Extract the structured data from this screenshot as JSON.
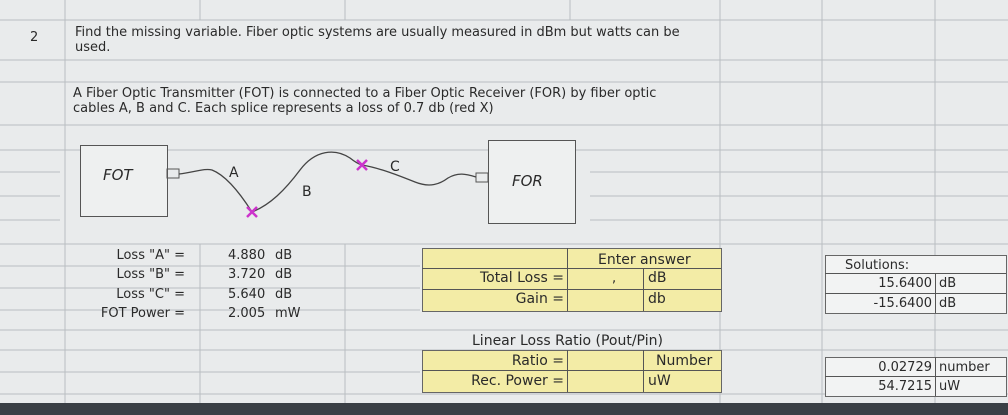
{
  "row_number": "2",
  "question": {
    "line1": "Find the missing variable.  Fiber optic systems are usually measured in dBm but watts can be",
    "line2": "used."
  },
  "description": {
    "line1": "A Fiber Optic Transmitter (FOT) is connected to a Fiber Optic Receiver (FOR) by fiber optic",
    "line2": "cables A, B and C.  Each splice represents a loss of 0.7 db (red X)"
  },
  "diagram": {
    "fot_label": "FOT",
    "for_label": "FOR",
    "cable_a": "A",
    "cable_b": "B",
    "cable_c": "C",
    "splice_color": "#cc33cc"
  },
  "givens": [
    {
      "label": "Loss \"A\" =",
      "value": "4.880",
      "unit": "dB"
    },
    {
      "label": "Loss \"B\" =",
      "value": "3.720",
      "unit": "dB"
    },
    {
      "label": "Loss \"C\" =",
      "value": "5.640",
      "unit": "dB"
    },
    {
      "label": "FOT Power =",
      "value": "2.005",
      "unit": "mW"
    }
  ],
  "answer_table": {
    "header": "Enter answer",
    "rows": [
      {
        "label": "Total Loss =",
        "value": ",",
        "unit": "dB"
      },
      {
        "label": "Gain =",
        "value": "",
        "unit": "db"
      }
    ]
  },
  "linear_loss": {
    "title": "Linear Loss Ratio (Pout/Pin)",
    "rows": [
      {
        "label": "Ratio =",
        "unit": "Number"
      },
      {
        "label": "Rec.  Power =",
        "unit": "uW"
      }
    ]
  },
  "solutions": {
    "title": "Solutions:",
    "rows": [
      {
        "value": "15.6400",
        "unit": "dB"
      },
      {
        "value": "-15.6400",
        "unit": "dB"
      }
    ],
    "linear_rows": [
      {
        "value": "0.02729",
        "unit": "number"
      },
      {
        "value": "54.7215",
        "unit": "uW"
      }
    ]
  },
  "colors": {
    "answer_fill": "#f3eca6",
    "splice": "#cc33cc"
  }
}
